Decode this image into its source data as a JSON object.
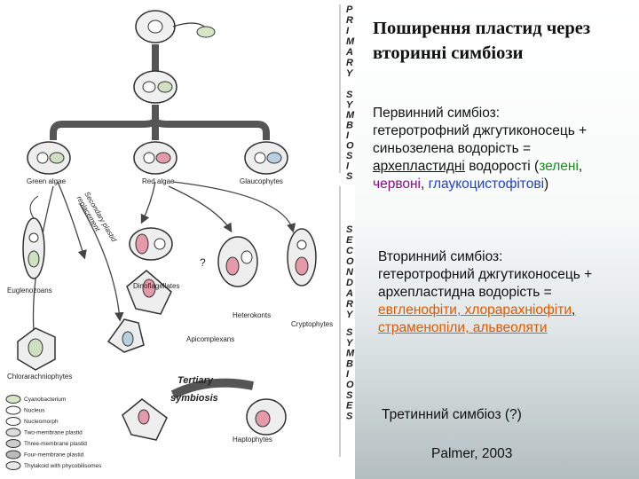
{
  "figure": {
    "labels": {
      "green_algae": "Green algae",
      "red_algae": "Red algae",
      "glaucophytes": "Glaucophytes",
      "euglenozoans": "Euglenozoans",
      "dinoflagellates": "Dinoflagellates",
      "heterokonts": "Heterokonts",
      "cryptophytes": "Cryptophytes",
      "apicomplexans": "Apicomplexans",
      "chlorarachniophytes": "Chlorarachniophytes",
      "haptophytes": "Haptophytes",
      "question": "?",
      "tertiary": "Tertiary",
      "symbiosis": "symbiosis",
      "secondary_arrow_line1": "Secondary plastid",
      "secondary_arrow_line2": "replacement"
    },
    "primary_letters": [
      "P",
      "R",
      "I",
      "M",
      "A",
      "R",
      "Y"
    ],
    "symbioses_letters_1": [
      "S",
      "Y",
      "M",
      "B",
      "I",
      "O",
      "S",
      "I",
      "S"
    ],
    "secondary_letters": [
      "S",
      "E",
      "C",
      "O",
      "N",
      "D",
      "A",
      "R",
      "Y"
    ],
    "symbioses_letters_2": [
      "S",
      "Y",
      "M",
      "B",
      "I",
      "O",
      "S",
      "E",
      "S"
    ],
    "legend": [
      "Cyanobacterium",
      "Nucleus",
      "Nucleomorph",
      "Two-membrane plastid",
      "Three-membrane plastid",
      "Four-membrane plastid",
      "Thylakoid with phycobilisomes"
    ]
  },
  "panel": {
    "title": "Поширення пластид через вторинні симбіози",
    "primary": {
      "line1": "Первинний симбіоз:",
      "line2": "гетеротрофний джгутиконосець +",
      "line3": "синьозелена водорість =",
      "line4_a": "архепластидні",
      "line4_b": " водорості (",
      "line4_c": "зелені",
      "line4_d": ",",
      "line5_a": "червоні",
      "line5_b": ", ",
      "line5_c": "глаукоцистофітові",
      "line5_d": ")"
    },
    "secondary": {
      "line1": "Вторинний симбіоз:",
      "line2": "гетеротрофний джгутиконосець +",
      "line3": "архепластидна водорість =",
      "line4_a": "евгленофіти, хлорарахніофіти",
      "line4_b": ",",
      "line5": "страменопіли, альвеоляти"
    },
    "tertiary": "Третинний симбіоз (?)",
    "citation": "Palmer, 2003"
  },
  "colors": {
    "pink": "#e49aa8",
    "green": "#1a8a1a",
    "purple": "#8b0a8b",
    "blue": "#1f3fd0",
    "orange": "#e05a00"
  }
}
